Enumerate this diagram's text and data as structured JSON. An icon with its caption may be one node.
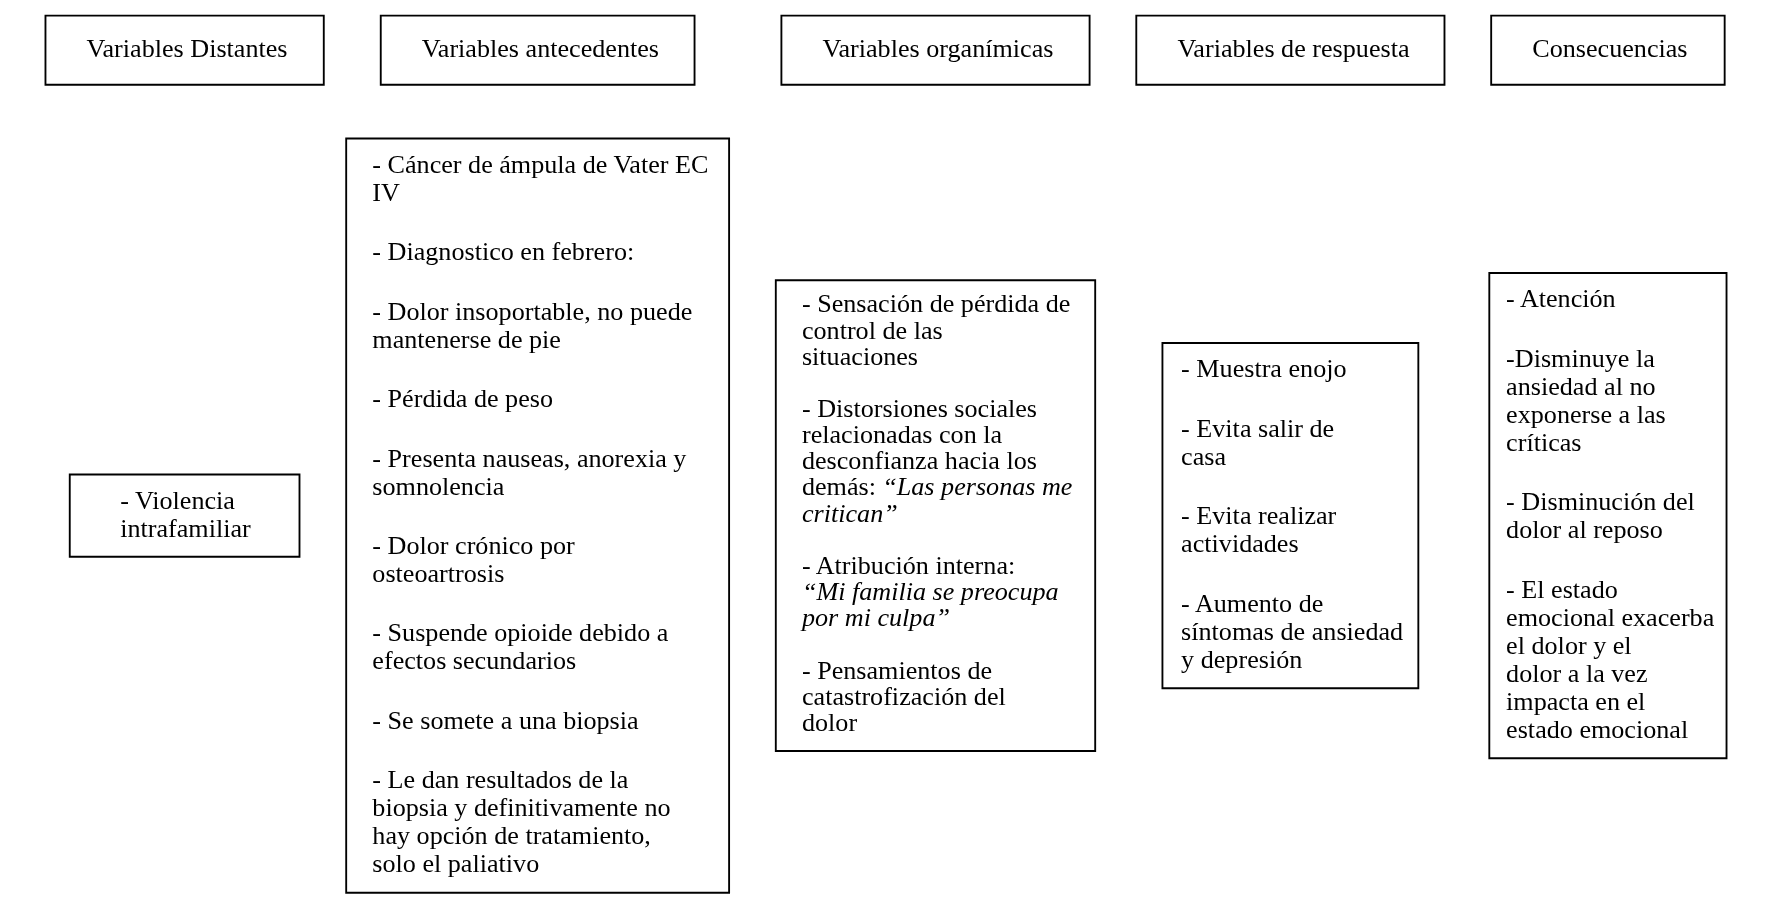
{
  "diagram": {
    "nodes": [
      {
        "text": [
          "Variables Distantes"
        ]
      },
      {
        "text": [
          "Variables antecedentes"
        ]
      },
      {
        "text": [
          "Variables organímicas"
        ]
      },
      {
        "text": [
          "Variables de respuesta"
        ]
      },
      {
        "text": [
          "Consecuencias"
        ]
      },
      {
        "text": [
          "- Violencia intrafamiliar"
        ]
      },
      {
        "text": [
          "- Cáncer de ámpula de Vater EC IV",
          "- Diagnostico en febrero:",
          "- Dolor insoportable, no puede mantenerse de pie",
          "- Pérdida de peso",
          "- Presenta nauseas, anorexia y somnolencia",
          "- Dolor crónico por osteoartrosis",
          "- Suspende opioide debido a efectos secundarios",
          "- Se somete a una biopsia",
          "- Le dan resultados de la biopsia y definitivamente no hay opción de tratamiento, solo el paliativo"
        ]
      },
      {
        "text": [
          "- Sensación de pérdida de control de las situaciones",
          "- Distorsiones sociales relacionadas con la desconfianza hacia los demás: *“Las personas me critican”*",
          "- Atribución interna: *“Mi familia se preocupa por mi culpa”*",
          "- Pensamientos de catastrofización del dolor"
        ]
      },
      {
        "text": [
          "- Muestra enojo",
          "- Evita salir de casa",
          "- Evita realizar actividades",
          "- Aumento de síntomas de ansiedad y depresión"
        ]
      },
      {
        "text": [
          "- Atención",
          "-Disminuye la ansiedad al no exponerse a las críticas",
          "- Disminución del dolor al reposo",
          "- El estado emocional exacerba el dolor y el dolor a la vez impacta en el estado emocional"
        ]
      }
    ]
  }
}
